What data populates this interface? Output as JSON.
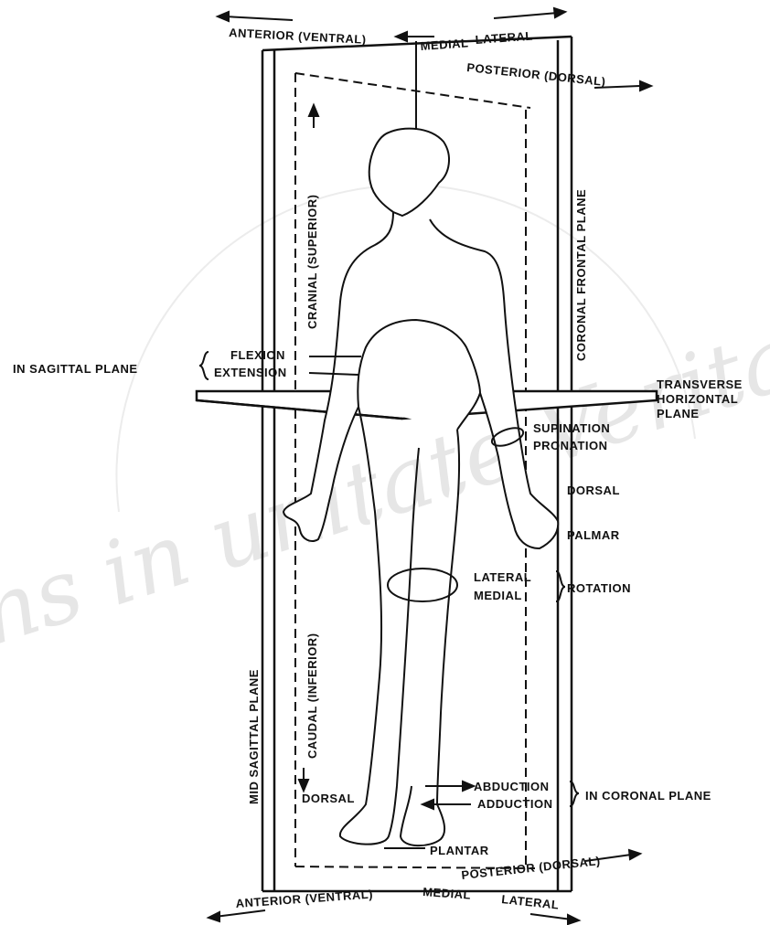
{
  "labels": {
    "top_anterior": "ANTERIOR (VENTRAL)",
    "top_medial": "MEDIAL",
    "top_lateral": "LATERAL",
    "top_posterior": "POSTERIOR (DORSAL)",
    "cranial": "CRANIAL (SUPERIOR)",
    "coronal_plane": "CORONAL FRONTAL PLANE",
    "in_sagittal_plane": "IN SAGITTAL PLANE",
    "flexion": "FLEXION",
    "extension": "EXTENSION",
    "transverse": "TRANSVERSE",
    "horizontal": "HORIZONTAL",
    "plane": "PLANE",
    "supination": "SUPINATION",
    "pronation": "PRONATION",
    "dorsal_hand": "DORSAL",
    "palmar": "PALMAR",
    "lateral_rot": "LATERAL",
    "medial_rot": "MEDIAL",
    "rotation": "ROTATION",
    "caudal": "CAUDAL (INFERIOR)",
    "mid_sagittal": "MID SAGITTAL PLANE",
    "dorsal_foot": "DORSAL",
    "abduction": "ABDUCTION",
    "adduction": "ADDUCTION",
    "in_coronal_plane": "IN CORONAL PLANE",
    "plantar": "PLANTAR",
    "bottom_posterior": "POSTERIOR (DORSAL)",
    "bottom_anterior": "ANTERIOR (VENTRAL)",
    "bottom_medial": "MEDIAL",
    "bottom_lateral": "LATERAL"
  },
  "watermark": "...ens in unitate Verita..."
}
